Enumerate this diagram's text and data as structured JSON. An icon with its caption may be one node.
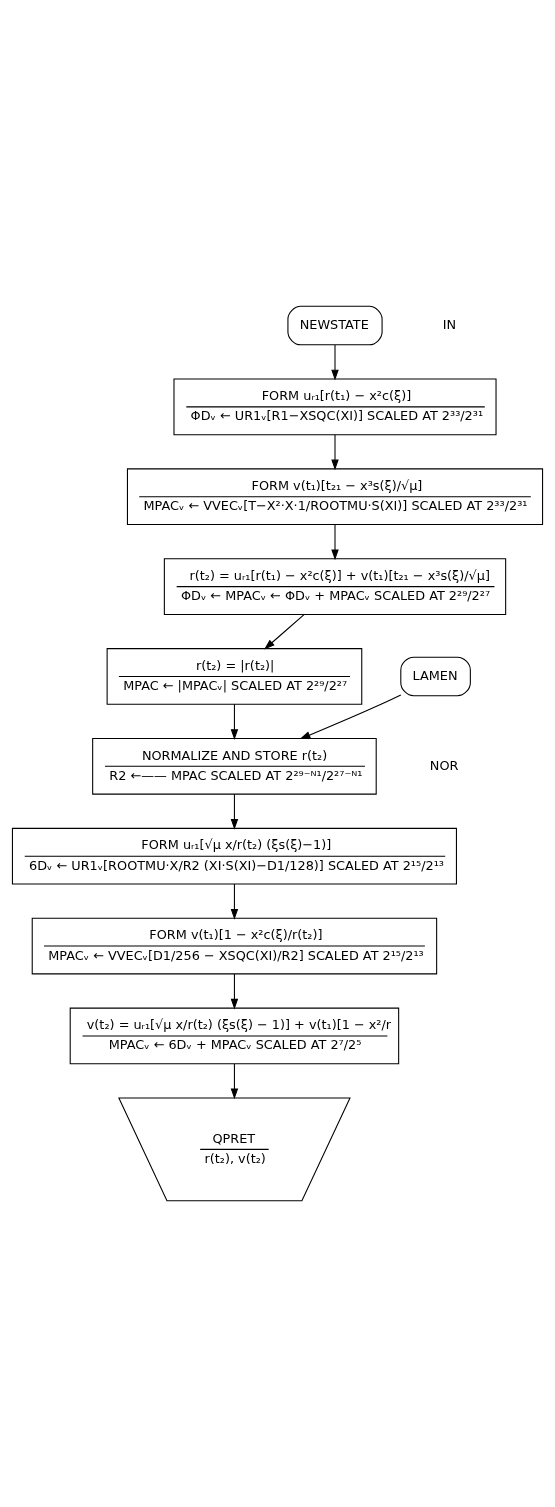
{
  "diagram": {
    "nodes": [
      {
        "text": [
          "NEWSTATE"
        ]
      },
      {
        "text": [
          "FORM uᵣ₁[r(t₁) − x²c(ξ)]",
          "ΦDᵥ ← UR1ᵥ[R1−XSQC(XI)] SCALED AT 2³³/2³¹"
        ]
      },
      {
        "text": [
          "FORM v(t₁)[t₂₁ − x³s(ξ)/√μ]",
          "MPACᵥ ← VVECᵥ[T−X²·X·1/ROOTMU·S(XI)] SCALED AT 2³³/2³¹"
        ]
      },
      {
        "text": [
          "r(t₂) = uᵣ₁[r(t₁) − x²c(ξ)] + v(t₁)[t₂₁ − x³s(ξ)/√μ]",
          "ΦDᵥ ← MPACᵥ ← ΦDᵥ + MPACᵥ SCALED AT 2²⁹/2²⁷"
        ]
      },
      {
        "text": [
          "r(t₂) = |r(t₂)|",
          "MPAC ← |MPACᵥ| SCALED AT 2²⁹/2²⁷"
        ]
      },
      {
        "text": [
          "LAMEN"
        ]
      },
      {
        "text": [
          "NORMALIZE AND STORE r(t₂)",
          "R2 ←—— MPAC SCALED AT 2²⁹⁻ᴺ¹/2²⁷⁻ᴺ¹"
        ]
      },
      {
        "text": [
          "FORM uᵣ₁[√μ x/r(t₂) (ξs(ξ)−1)]",
          "6Dᵥ ← UR1ᵥ[ROOTMU·X/R2 (XI·S(XI)−D1/128)] SCALED AT 2¹⁵/2¹³"
        ]
      },
      {
        "text": [
          "FORM v(t₁)[1 − x²c(ξ)/r(t₂)]",
          "MPACᵥ ← VVECᵥ[D1/256 − XSQC(XI)/R2] SCALED AT 2¹⁵/2¹³"
        ]
      },
      {
        "text": [
          "v(t₂) = uᵣ₁[√μ x/r(t₂) (ξs(ξ) − 1)] + v(t₁)[1 − x²/r",
          "MPACᵥ ← 6Dᵥ + MPACᵥ SCALED AT 2⁷/2⁵"
        ]
      },
      {
        "text": [
          "QPRET",
          "r(t₂), v(t₂)"
        ]
      }
    ],
    "edges": [
      {
        "from": 0,
        "to": 1,
        "arrow": "to"
      },
      {
        "from": 1,
        "to": 2,
        "arrow": "to"
      },
      {
        "from": 2,
        "to": 3,
        "arrow": "to"
      },
      {
        "from": 3,
        "to": 4,
        "arrow": "to"
      },
      {
        "from": 4,
        "to": 6,
        "arrow": "to"
      },
      {
        "from": 5,
        "to": 6,
        "arrow": "to"
      },
      {
        "from": 6,
        "to": 7,
        "arrow": "to"
      },
      {
        "from": 7,
        "to": 8,
        "arrow": "to"
      },
      {
        "from": 8,
        "to": 9,
        "arrow": "to"
      },
      {
        "from": 9,
        "to": 10,
        "arrow": "to"
      }
    ],
    "labels": [
      "IN",
      "NOR"
    ]
  }
}
